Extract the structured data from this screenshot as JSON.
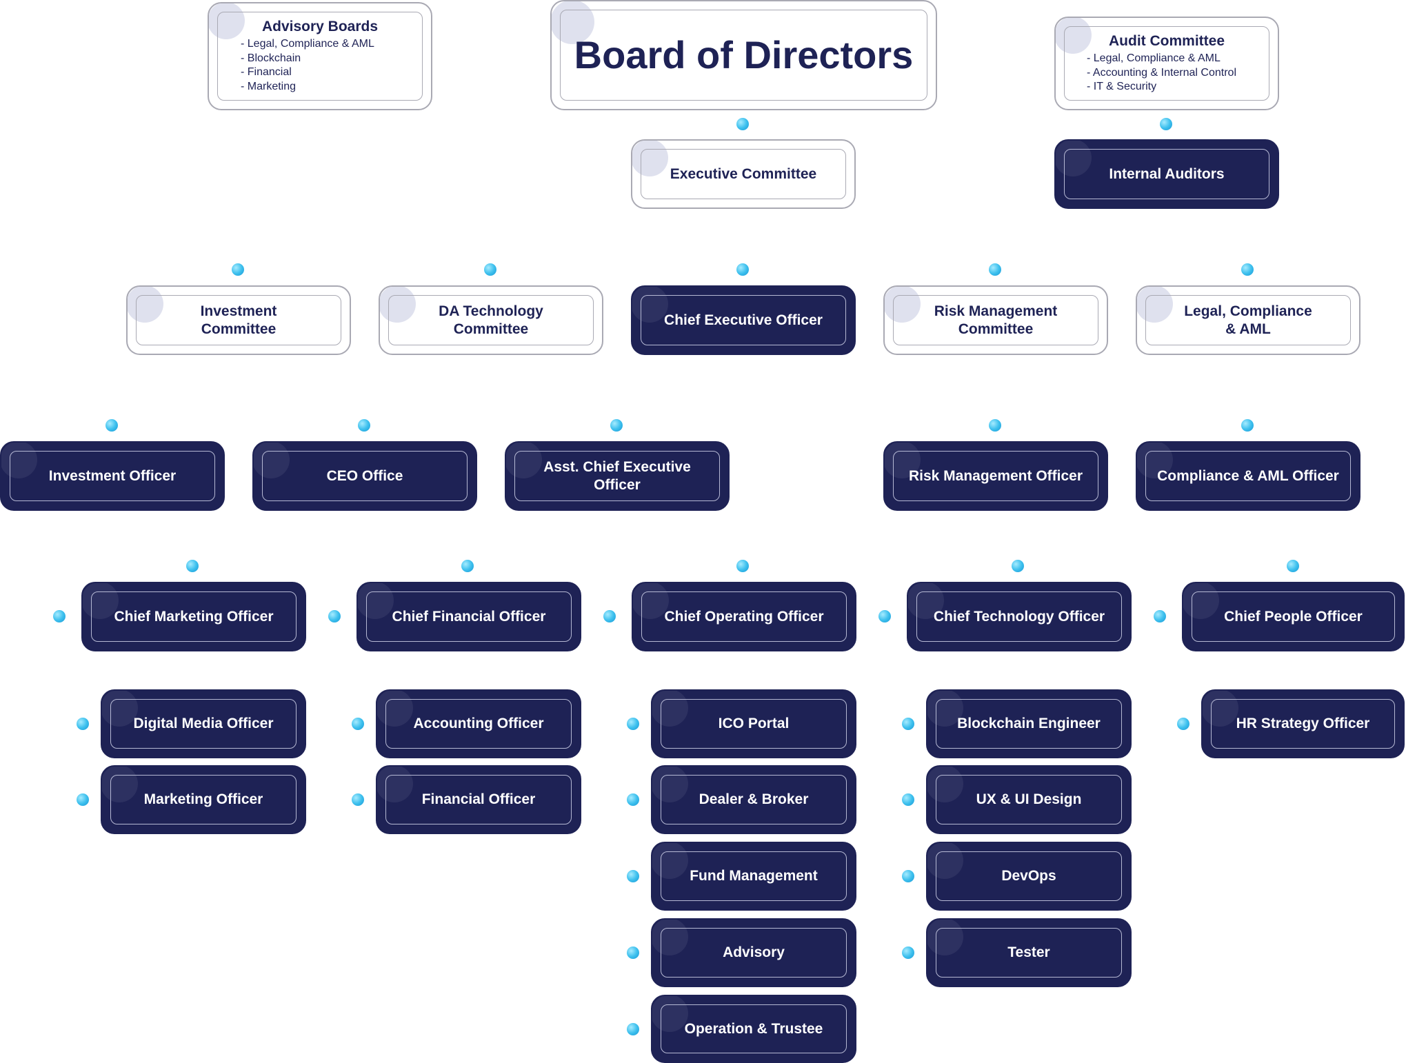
{
  "diagram": {
    "board": {
      "title": "Board of Directors"
    },
    "advisory_boards": {
      "title": "Advisory Boards",
      "items": [
        "- Legal, Compliance & AML",
        "- Blockchain",
        "- Financial",
        "- Marketing"
      ]
    },
    "audit_committee": {
      "title": "Audit Committee",
      "items": [
        "- Legal, Compliance & AML",
        "- Accounting & Internal Control",
        "- IT & Security"
      ]
    },
    "executive_committee": "Executive Committee",
    "internal_auditors": "Internal Auditors",
    "committees": {
      "investment": "Investment\nCommittee",
      "da_technology": "DA Technology\nCommittee",
      "ceo": "Chief Executive Officer",
      "risk_management": "Risk Management\nCommittee",
      "legal_compliance": "Legal, Compliance\n& AML"
    },
    "officers": {
      "investment_officer": "Investment Officer",
      "ceo_office": "CEO Office",
      "asst_ceo": "Asst. Chief Executive\nOfficer",
      "risk_management_officer": "Risk Management Officer",
      "compliance_aml_officer": "Compliance & AML Officer"
    },
    "chiefs": {
      "cmo": "Chief Marketing Officer",
      "cfo": "Chief Financial Officer",
      "coo": "Chief Operating Officer",
      "cto": "Chief Technology Officer",
      "cpo": "Chief People Officer"
    },
    "marketing_team": [
      "Digital Media Officer",
      "Marketing Officer"
    ],
    "finance_team": [
      "Accounting Officer",
      "Financial Officer"
    ],
    "operations_team": [
      "ICO Portal",
      "Dealer & Broker",
      "Fund Management",
      "Advisory",
      "Operation & Trustee"
    ],
    "technology_team": [
      "Blockchain Engineer",
      "UX & UI Design",
      "DevOps",
      "Tester"
    ],
    "people_team": [
      "HR Strategy Officer"
    ],
    "colors": {
      "navy": "#1e2255",
      "border_gray": "#a9a9b3",
      "connector_blue": "#3fc1ee"
    }
  }
}
